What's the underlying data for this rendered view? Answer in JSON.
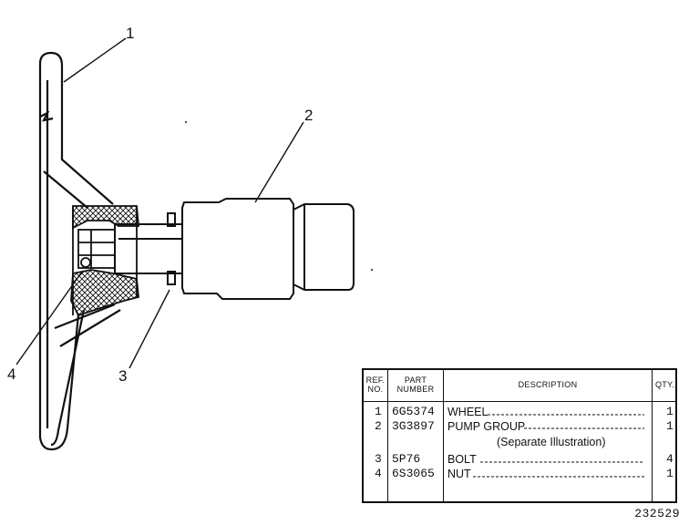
{
  "callouts": [
    "1",
    "2",
    "3",
    "4"
  ],
  "table": {
    "headers": {
      "ref": [
        "REF.",
        "NO."
      ],
      "part": [
        "PART",
        "NUMBER"
      ],
      "description": "DESCRIPTION",
      "qty": "QTY."
    },
    "rows": [
      {
        "ref": "1",
        "part": "6G5374",
        "description": "WHEEL",
        "qty": "1",
        "sub": ""
      },
      {
        "ref": "2",
        "part": "3G3897",
        "description": "PUMP GROUP",
        "qty": "1",
        "sub": "(Separate Illustration)"
      },
      {
        "ref": "3",
        "part": "5P76",
        "description": "BOLT",
        "qty": "4",
        "sub": ""
      },
      {
        "ref": "4",
        "part": "6S3065",
        "description": "NUT",
        "qty": "1",
        "sub": ""
      }
    ]
  },
  "illustration_number": "232529"
}
